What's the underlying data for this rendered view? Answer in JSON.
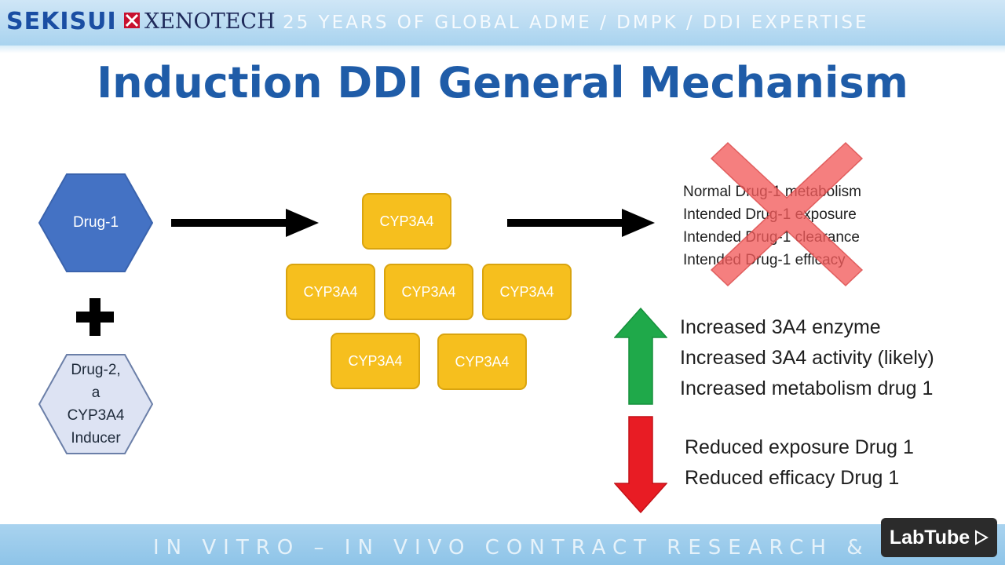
{
  "header": {
    "brand_sekisui": "SEKISUI",
    "brand_xenotech": "XENOTECH",
    "tagline": "25 YEARS OF GLOBAL ADME / DMPK / DDI EXPERTISE"
  },
  "title": "Induction DDI General Mechanism",
  "drug1": {
    "label": "Drug-1",
    "color": "#4472c4"
  },
  "drug2": {
    "lines": [
      "Drug-2,",
      "a",
      "CYP3A4",
      "Inducer"
    ],
    "fill": "#dde3f3"
  },
  "plus_sign": "+",
  "cyp_boxes": [
    {
      "label": "CYP3A4"
    },
    {
      "label": "CYP3A4"
    },
    {
      "label": "CYP3A4"
    },
    {
      "label": "CYP3A4"
    },
    {
      "label": "CYP3A4"
    },
    {
      "label": "CYP3A4"
    }
  ],
  "crossed_outcomes": [
    "Normal Drug-1 metabolism",
    "Intended Drug-1 exposure",
    "Intended Drug-1 clearance",
    "Intended Drug-1 efficacy"
  ],
  "increased_effects": [
    "Increased 3A4 enzyme",
    "Increased 3A4 activity (likely)",
    "Increased metabolism drug 1"
  ],
  "reduced_effects": [
    "Reduced exposure Drug 1",
    "Reduced efficacy Drug 1"
  ],
  "footer": {
    "text": "IN VITRO – IN VIVO CONTRACT RESEARCH & TEST",
    "watermark": "LabTube"
  },
  "colors": {
    "title": "#1f5ca8",
    "cyp": "#f6bf1e",
    "up_arrow": "#1fa94a",
    "down_arrow": "#e81c24",
    "cross": "#f25b5b"
  }
}
